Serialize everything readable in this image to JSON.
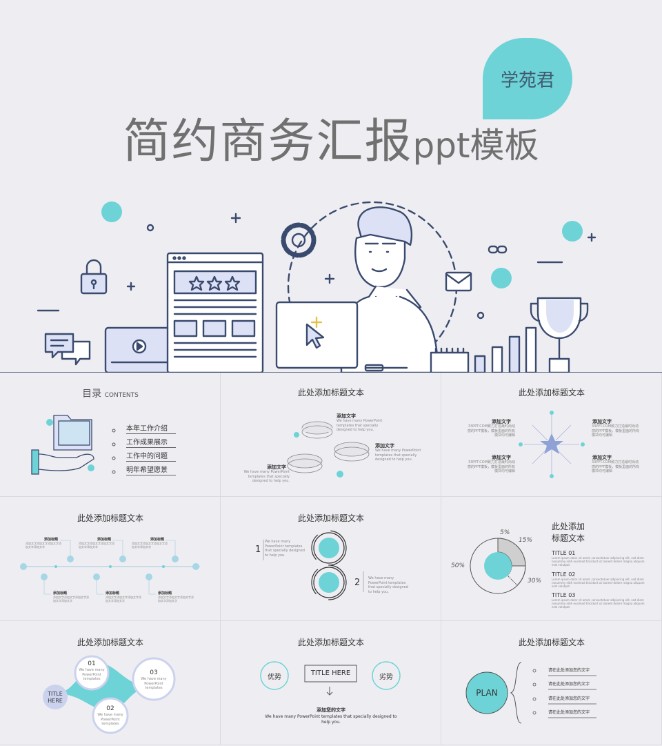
{
  "badge": {
    "text": "学苑君"
  },
  "main_title": {
    "text": "简约商务汇报",
    "suffix": "ppt模板"
  },
  "colors": {
    "accent": "#6dd3d6",
    "line": "#3a4a6e",
    "fill": "#dde1f5",
    "bg": "#eeeef2"
  },
  "slides": {
    "s1": {
      "title": "目录",
      "title_en": "CONTENTS",
      "items": [
        "本年工作介绍",
        "工作成果展示",
        "工作中的问题",
        "明年希望愿景"
      ]
    },
    "s2": {
      "title": "此处添加标题文本",
      "label": "添加文字",
      "desc": "We have many PowerPoint templates that specially designed to help you."
    },
    "s3": {
      "title": "此处添加标题文本",
      "label": "添加文字",
      "desc": "33PPT.COM致力打造最时尚动感的PPT模板，模板里面的所有模块均可编辑"
    },
    "s4": {
      "title": "此处添加标题文本",
      "label": "添加标题",
      "desc": "添加文字添加文字添加文字添加文字添加文字"
    },
    "s5": {
      "title": "此处添加标题文本",
      "n1": "1",
      "n2": "2",
      "desc": "We have many PowerPoint templates that specially designed to help you."
    },
    "s6": {
      "title_line1": "此处添加",
      "title_line2": "标题文本",
      "t1": "TITLE 01",
      "t2": "TITLE 02",
      "t3": "TITLE 03",
      "desc": "Lorem ipsum dolor sit amet, consectetuer adipiscing elit, sed diam nonummy nibh euismod tincidunt ut laoreet dolore magna aliquam erat volutpat.",
      "p5": "5%",
      "p15": "15%",
      "p50": "50%",
      "p30": "30%"
    },
    "s7": {
      "title": "此处添加标题文本",
      "center": "TITLE HERE",
      "n1": "01",
      "n2": "02",
      "n3": "03",
      "desc": "We have many PowerPoint templates"
    },
    "s8": {
      "title": "此处添加标题文本",
      "left": "优势",
      "center": "TITLE HERE",
      "right": "劣势",
      "label": "添加您的文字",
      "desc": "We have many PowerPoint templates that specially designed to help you."
    },
    "s9": {
      "title": "此处添加标题文本",
      "circle": "PLAN",
      "item": "请在此处添加您的文字"
    }
  }
}
